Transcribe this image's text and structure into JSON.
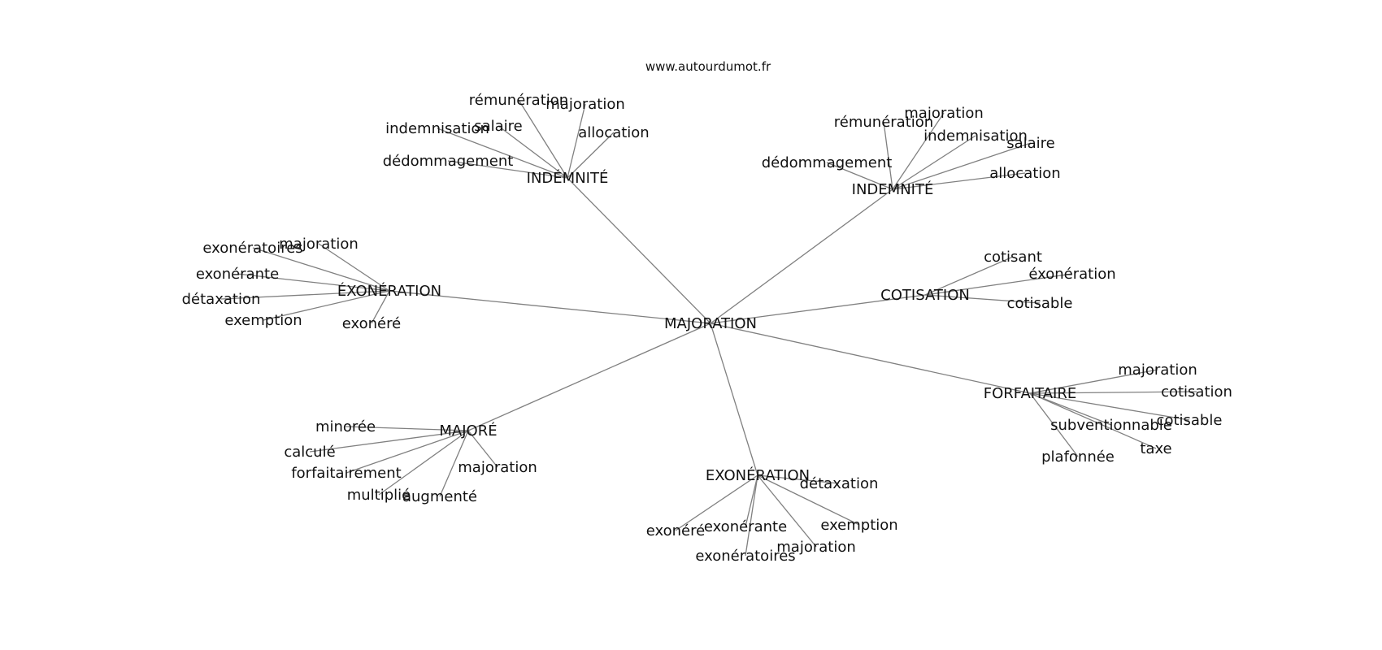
{
  "header": {
    "source": "www.autourdumot.fr"
  },
  "graph": {
    "center": "MAJORATION",
    "hubs": [
      {
        "label": "INDÉMNITÉ",
        "leaves": [
          "rémunération",
          "majoration",
          "salaire",
          "indemnisation",
          "allocation",
          "dédommagement"
        ]
      },
      {
        "label": "INDEMNITÉ",
        "leaves": [
          "majoration",
          "rémunération",
          "indemnisation",
          "salaire",
          "dédommagement",
          "allocation"
        ]
      },
      {
        "label": "ÉXONÉRATION",
        "leaves": [
          "exonératoires",
          "majoration",
          "exonérante",
          "détaxation",
          "exemption",
          "exonéré"
        ]
      },
      {
        "label": "COTISATION",
        "leaves": [
          "cotisant",
          "éxonération",
          "cotisable"
        ]
      },
      {
        "label": "FORFAITAIRE",
        "leaves": [
          "majoration",
          "cotisation",
          "cotisable",
          "subventionnable",
          "taxe",
          "plafonnée"
        ]
      },
      {
        "label": "MAJORÉ",
        "leaves": [
          "minorée",
          "calculé",
          "forfaitairement",
          "majoration",
          "multiplié",
          "augmenté"
        ]
      },
      {
        "label": "EXONÉRATION",
        "leaves": [
          "détaxation",
          "exonéré",
          "exonérante",
          "exemption",
          "majoration",
          "exonératoires"
        ]
      }
    ]
  }
}
